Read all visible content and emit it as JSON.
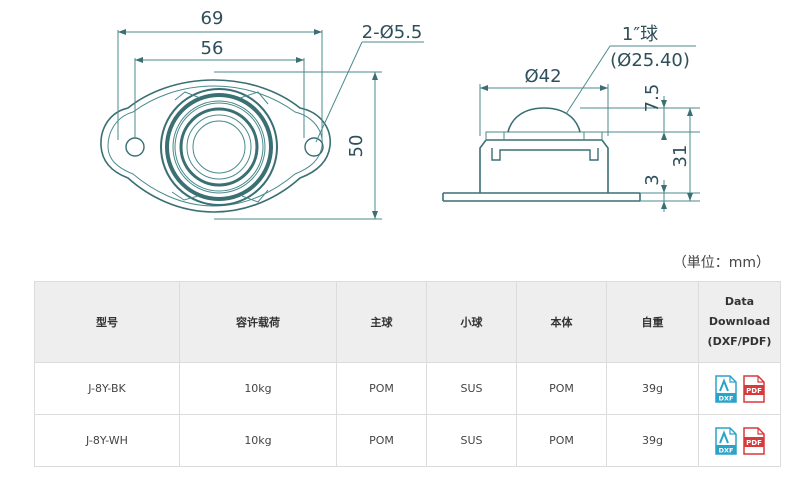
{
  "drawing": {
    "left_view": {
      "dim_width_outer": "69",
      "dim_width_inner": "56",
      "dim_holes": "2-Ø5.5",
      "dim_height": "50"
    },
    "right_view": {
      "ball_label": "1″球",
      "ball_diameter": "(Ø25.40)",
      "dim_diameter": "Ø42",
      "dim_ball_height": "7.5",
      "dim_total_height": "31",
      "dim_flange": "3"
    }
  },
  "unit_label": "（単位：mm）",
  "table": {
    "headers": [
      "型号",
      "容许载荷",
      "主球",
      "小球",
      "本体",
      "自重",
      "Data\nDownload\n(DXF/PDF)"
    ],
    "rows": [
      {
        "model": "J-8Y-BK",
        "load": "10kg",
        "main_ball": "POM",
        "small_ball": "SUS",
        "body": "POM",
        "weight": "39g"
      },
      {
        "model": "J-8Y-WH",
        "load": "10kg",
        "main_ball": "POM",
        "small_ball": "SUS",
        "body": "POM",
        "weight": "39g"
      }
    ],
    "dxf_label": "DXF",
    "pdf_label": "PDF"
  },
  "colors": {
    "line": "#3a6f73",
    "dxf": "#29a3c9",
    "pdf": "#d8393a"
  }
}
